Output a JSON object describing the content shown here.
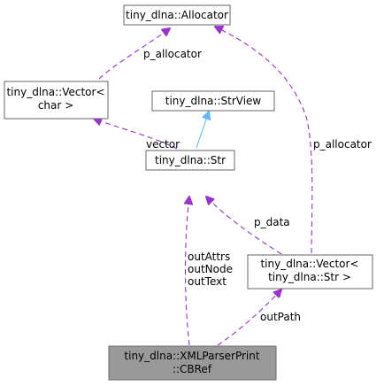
{
  "colors": {
    "usage_edge": "#9a32cd",
    "inheritance_edge": "#63b8ff",
    "node_border": "#666666",
    "focus_fill": "#999999"
  },
  "nodes": {
    "allocator": {
      "label": "tiny_dlna::Allocator"
    },
    "vector_char": {
      "line1": "tiny_dlna::Vector<",
      "line2": "char >"
    },
    "strview": {
      "label": "tiny_dlna::StrView"
    },
    "str": {
      "label": "tiny_dlna::Str"
    },
    "vector_str": {
      "line1": "tiny_dlna::Vector<",
      "line2": "tiny_dlna::Str >"
    },
    "cbref": {
      "line1": "tiny_dlna::XMLParserPrint",
      "line2": "::CBRef"
    }
  },
  "edges": {
    "vectorchar_to_allocator": "p_allocator",
    "str_to_vectorchar": "vector",
    "vectorstr_to_allocator": "p_allocator",
    "vectorstr_to_str": "p_data",
    "cbref_to_str": [
      "outAttrs",
      "outNode",
      "outText"
    ],
    "cbref_to_vectorstr": "outPath"
  }
}
